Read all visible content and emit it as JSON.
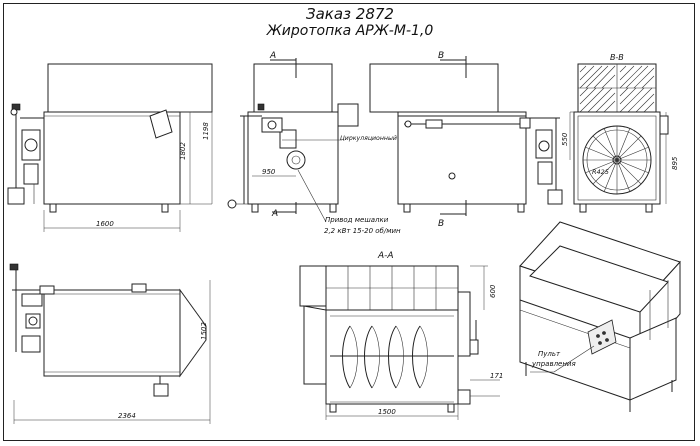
{
  "drawing": {
    "title": "Заказ 2872",
    "subtitle": "Жиротопка АРЖ-М-1,0"
  },
  "dimensions": {
    "front_width": "1600",
    "front_height": "1802",
    "front_total_height": "1198",
    "side_950": "950",
    "top_length": "2364",
    "top_width": "1502",
    "section_width": "1500",
    "section_height": "600",
    "section_171": "171",
    "end_550": "550",
    "end_895": "895",
    "radius": "R425"
  },
  "section_labels": {
    "a_top": "A",
    "a_bottom": "A",
    "b_top": "B",
    "b_bottom": "B",
    "bb_title": "B-B",
    "aa_title": "A-A"
  },
  "callouts": {
    "pump": "Циркуляционный насос теплоносителя",
    "mixer_drive_1": "Привод мешалки",
    "mixer_drive_2": "2,2 кВт 15-20 об/мин",
    "control_panel_1": "Пульт",
    "control_panel_2": "управления"
  }
}
